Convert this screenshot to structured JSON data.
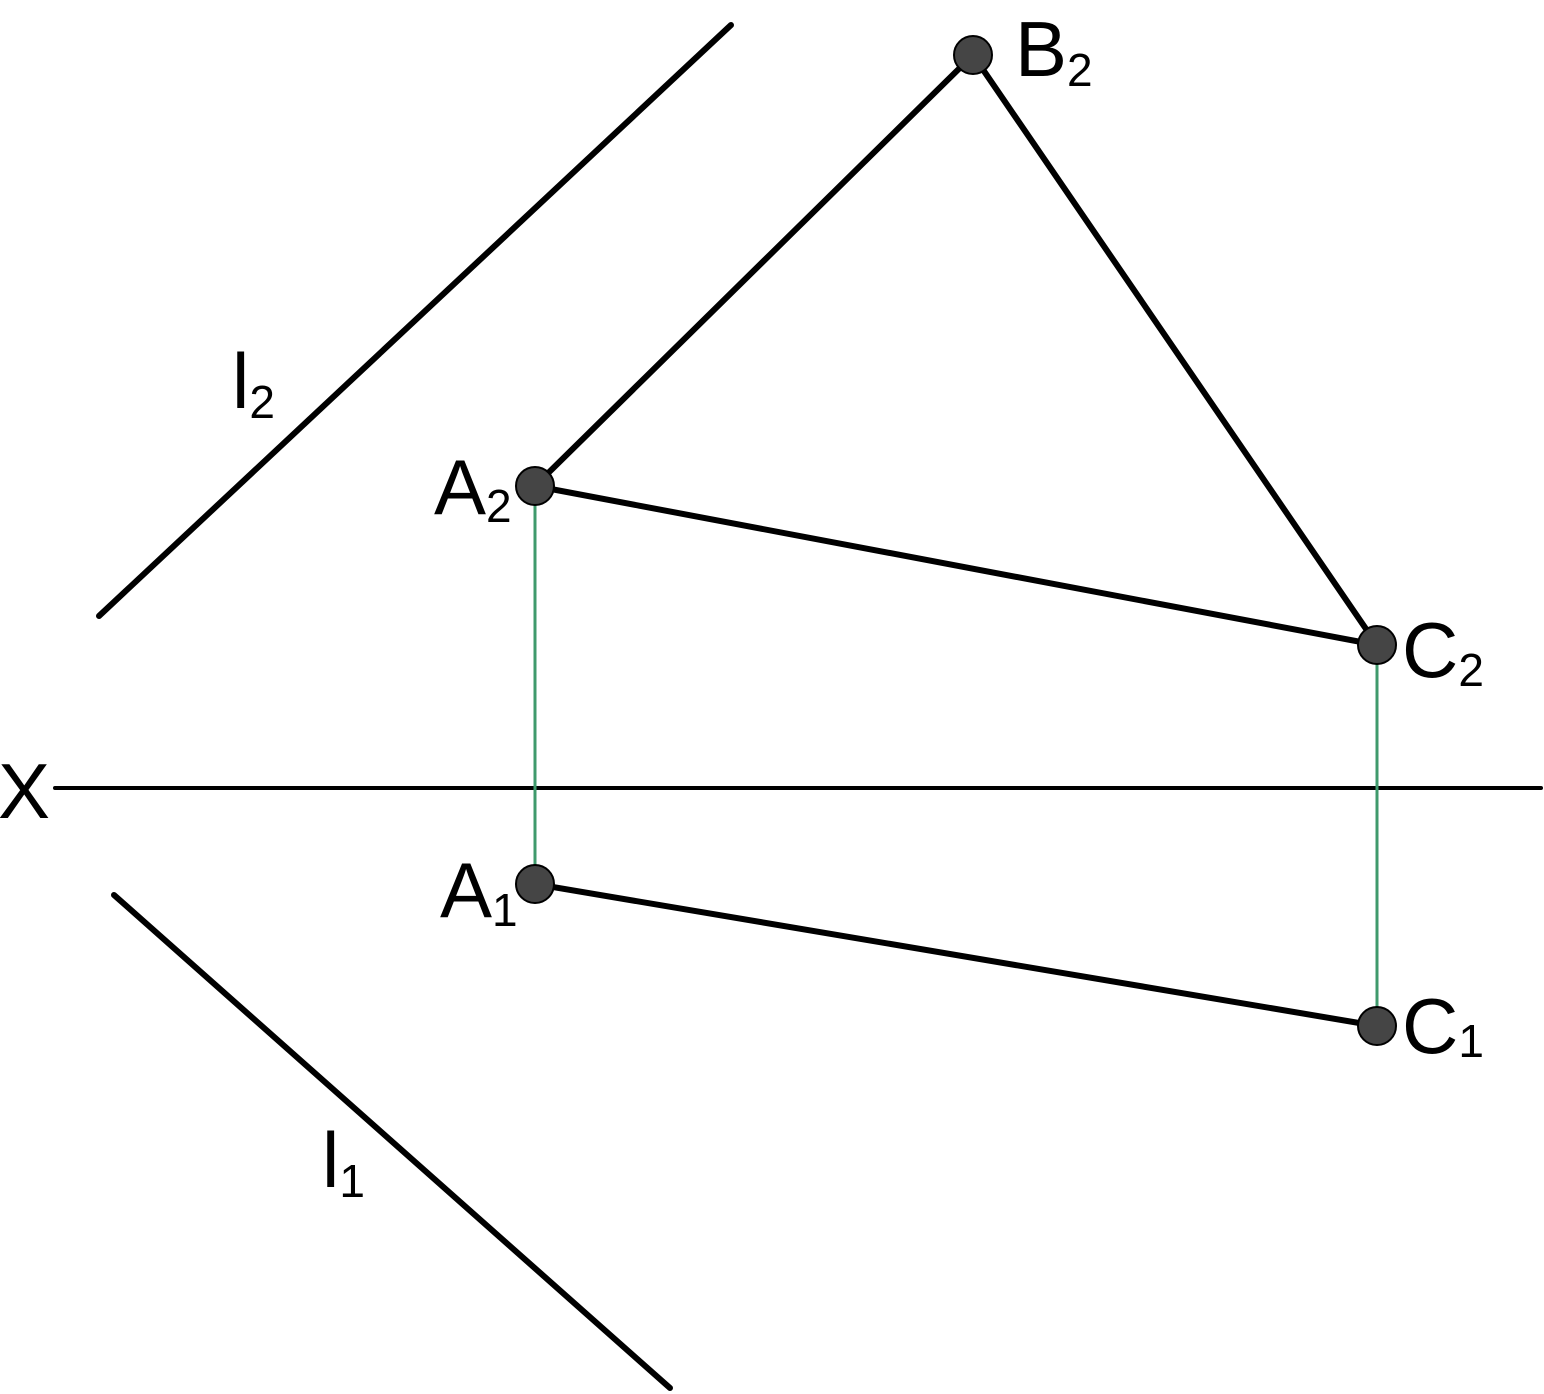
{
  "colors": {
    "line": "#000000",
    "linkage": "#3f9a6c",
    "point": "#454545",
    "background": "#ffffff"
  },
  "axis": {
    "label": "X"
  },
  "lines": {
    "l2": {
      "letter": "l",
      "index": "2"
    },
    "l1": {
      "letter": "l",
      "index": "1"
    }
  },
  "points": {
    "A2": {
      "letter": "A",
      "index": "2"
    },
    "B2": {
      "letter": "B",
      "index": "2"
    },
    "C2": {
      "letter": "C",
      "index": "2"
    },
    "A1": {
      "letter": "A",
      "index": "1"
    },
    "C1": {
      "letter": "C",
      "index": "1"
    }
  }
}
